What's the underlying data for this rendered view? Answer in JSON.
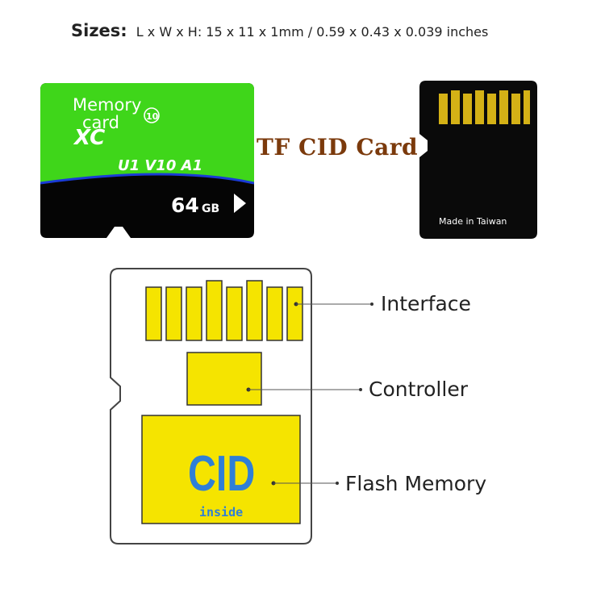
{
  "sizes": {
    "label": "Sizes:",
    "text": "L x W x H: 15 x 11 x 1mm / 0.59 x 0.43 x 0.039 inches"
  },
  "title": "TF CID Card",
  "front_card": {
    "brand_line1": "Memory",
    "brand_line2": "card",
    "class_badge": "10",
    "type": "XC",
    "speed_marks": "U1 V10 A1",
    "capacity": "64",
    "capacity_unit": "GB",
    "colors": {
      "top": "#3fd61a",
      "bottom": "#050505",
      "band": "#1a3bd6"
    }
  },
  "back_card": {
    "label": "Made in Taiwan",
    "pin_color": "#d4b116"
  },
  "diagram": {
    "cid_text": "CID",
    "inside_text": "inside",
    "labels": {
      "interface": "Interface",
      "controller": "Controller",
      "flash": "Flash Memory"
    },
    "colors": {
      "chip": "#f5e400",
      "cid_text": "#2f7fd6",
      "outline": "#444444"
    }
  }
}
